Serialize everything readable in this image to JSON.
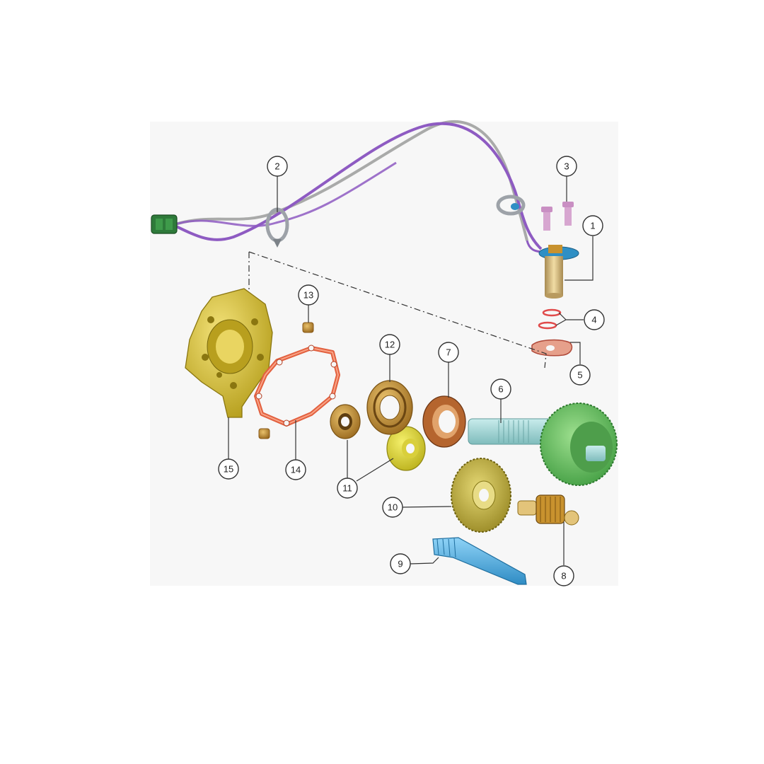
{
  "callouts": [
    {
      "id": "1",
      "label": "1",
      "part": "speed-sensor"
    },
    {
      "id": "2",
      "label": "2",
      "part": "wire-clip"
    },
    {
      "id": "3",
      "label": "3",
      "part": "bolts"
    },
    {
      "id": "4",
      "label": "4",
      "part": "o-rings"
    },
    {
      "id": "5",
      "label": "5",
      "part": "sensor-gasket"
    },
    {
      "id": "6",
      "label": "6",
      "part": "gear-shaft"
    },
    {
      "id": "7",
      "label": "7",
      "part": "oil-seal"
    },
    {
      "id": "8",
      "label": "8",
      "part": "pinion-gear"
    },
    {
      "id": "9",
      "label": "9",
      "part": "drive-shaft"
    },
    {
      "id": "10",
      "label": "10",
      "part": "driven-gear"
    },
    {
      "id": "11",
      "label": "11",
      "part": "bearings"
    },
    {
      "id": "12",
      "label": "12",
      "part": "large-bearing"
    },
    {
      "id": "13",
      "label": "13",
      "part": "dowel-pins"
    },
    {
      "id": "14",
      "label": "14",
      "part": "cover-gasket"
    },
    {
      "id": "15",
      "label": "15",
      "part": "transmission-cover"
    }
  ],
  "colors": {
    "cover": "#d9c33a",
    "gasket": "#e2603f",
    "bearing": "#c8922e",
    "seal": "#b5652e",
    "gear-green": "#5fb55a",
    "gear-gold": "#c3b23a",
    "shaft-blue": "#3fa6dc",
    "wire-purple": "#8e5bc2",
    "wire-grey": "#a9aaa9",
    "connector": "#2e7a3a",
    "sensor-blue": "#2f8fc4",
    "o-ring": "#e04a4a",
    "bolt": "#d7a6d0"
  }
}
